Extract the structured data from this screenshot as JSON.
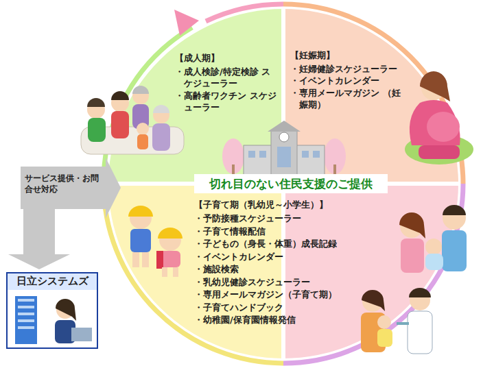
{
  "diagram": {
    "nodes": [
      {
        "text": [
          "【成人期】",
          "・成人検診/特定検診 スケジューラー",
          "・高齢者ワクチン スケジューラー"
        ]
      },
      {
        "text": [
          "【妊娠期】",
          "・妊婦健診スケジューラー",
          "・イベントカレンダー",
          "・専用メールマガジン （妊娠期）"
        ]
      },
      {
        "text": [
          "切れ目のない住民支援のご提供"
        ]
      },
      {
        "text": [
          "【子育て期（乳幼児～小学生）】",
          "・予防接種スケジューラー",
          "・子育て情報配信",
          "・子どもの（身長・体重）成長記録",
          "・イベントカレンダー",
          "・施設検索",
          "・乳幼児健診スケジューラー",
          "・専用メールマガジン（子育て期）",
          "・子育てハンドブック",
          "・幼稚園/保育園情報発信"
        ]
      },
      {
        "text": [
          "サービス提供・お問合せ対応"
        ]
      },
      {
        "text": [
          "日立システムズ"
        ]
      }
    ],
    "edges": [
      {
        "from": 4,
        "to": 5,
        "arrow": "to"
      }
    ]
  }
}
